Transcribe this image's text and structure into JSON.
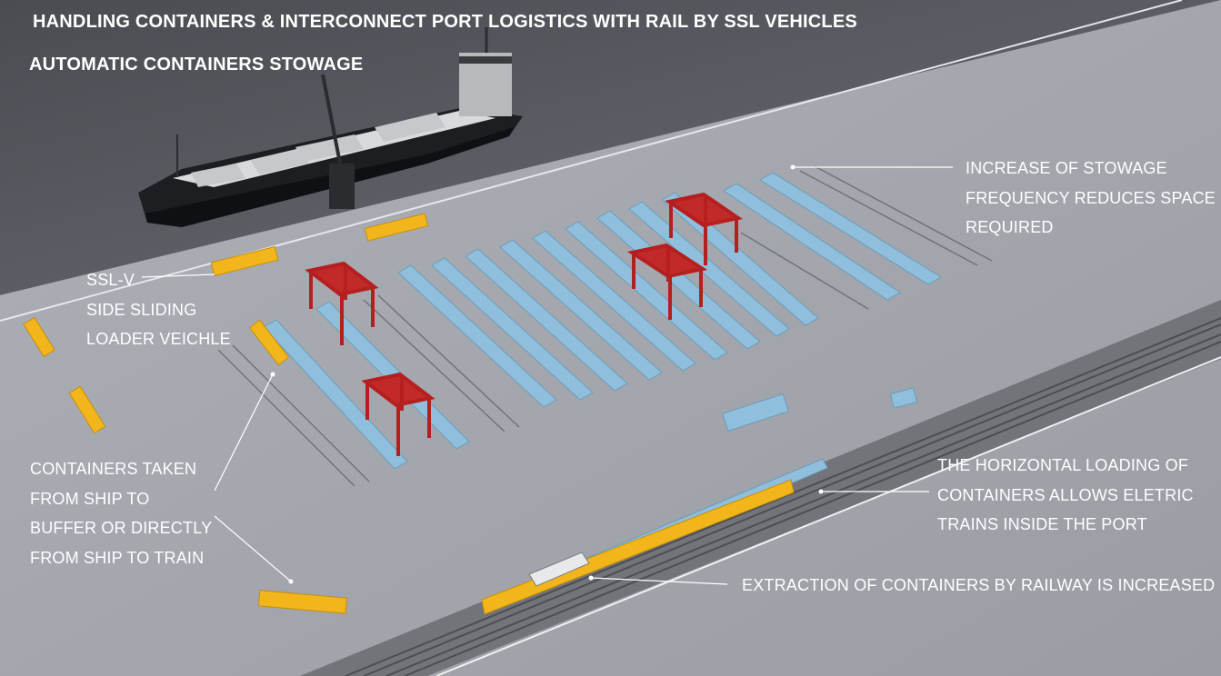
{
  "titles": {
    "main": "HANDLING CONTAINERS & INTERCONNECT PORT LOGISTICS WITH RAIL BY SSL VEHICLES",
    "sub": "AUTOMATIC CONTAINERS STOWAGE"
  },
  "annotations": {
    "stowage": [
      "INCREASE OF STOWAGE",
      "FREQUENCY REDUCES SPACE",
      "REQUIRED"
    ],
    "sslv": [
      "SSL-V",
      "SIDE SLIDING",
      "LOADER VEICHLE"
    ],
    "taken": [
      "CONTAINERS TAKEN",
      "FROM SHIP TO",
      "BUFFER OR DIRECTLY",
      "FROM SHIP TO TRAIN"
    ],
    "horizontal": [
      "THE HORIZONTAL LOADING OF",
      "CONTAINERS ALLOWS ELETRIC",
      "TRAINS INSIDE THE PORT"
    ],
    "extraction": "EXTRACTION OF CONTAINERS BY RAILWAY IS INCREASED"
  },
  "colors": {
    "container": "#8fbfdc",
    "vehicle": "#f2b61c",
    "crane": "#b51f1f",
    "water": "#55585e",
    "quay": "#a2a5ac"
  }
}
